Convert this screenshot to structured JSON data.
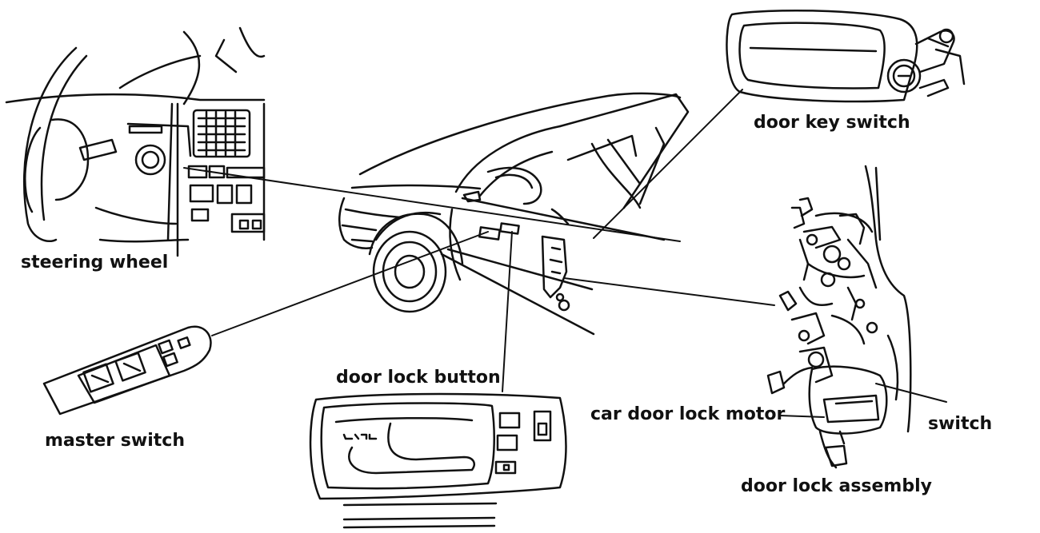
{
  "colors": {
    "ink": "#111111",
    "background": "#ffffff"
  },
  "labels": {
    "steering_wheel": "steering wheel",
    "master_switch": "master switch",
    "door_lock_button": "door lock button",
    "door_key_switch": "door key switch",
    "car_door_lock_motor": "car door lock motor",
    "switch": "switch",
    "door_lock_assembly": "door lock assembly"
  },
  "icons": {
    "dashboard": "steering-wheel-dashboard-drawing",
    "master_switch": "window-master-switch-drawing",
    "door_handle": "interior-door-handle-drawing",
    "key_switch": "exterior-door-handle-key-cylinder-drawing",
    "car": "car-outline-drawing",
    "lock_assembly": "door-lock-assembly-drawing"
  }
}
